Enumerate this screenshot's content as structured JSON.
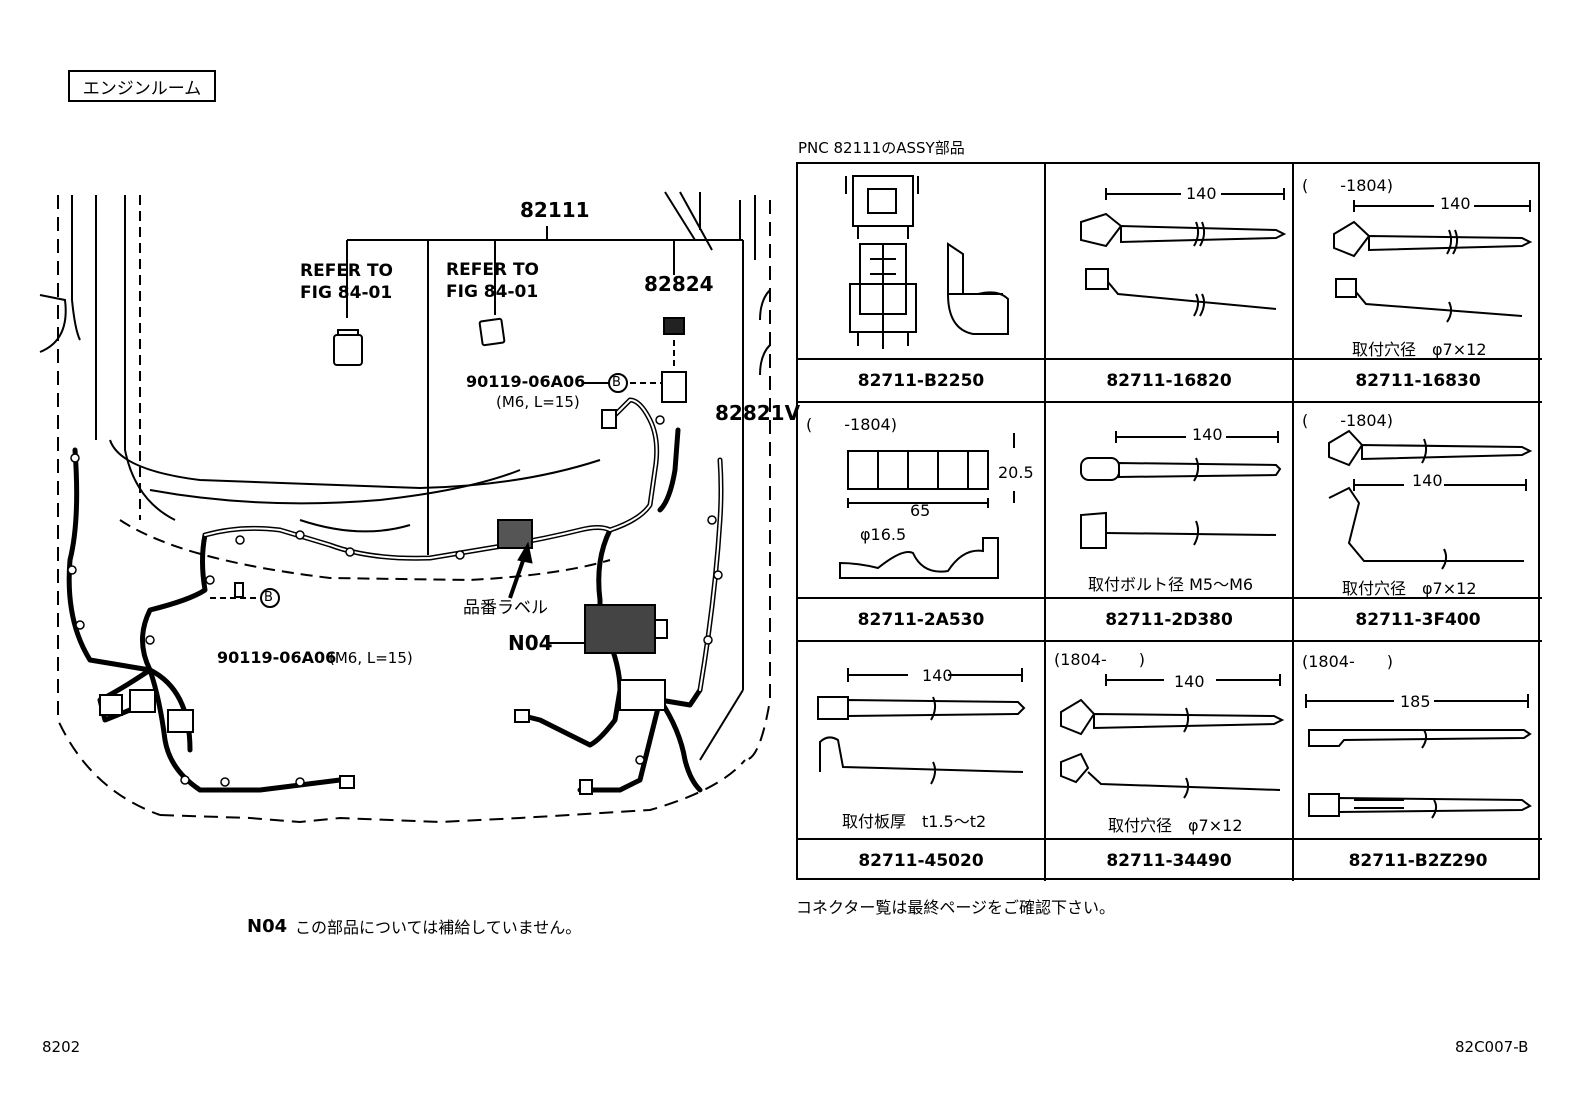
{
  "title_box": "エンジンルーム",
  "table_title": "PNC 82111のASSY部品",
  "callouts": {
    "main_part": "82111",
    "refer1_line1": "REFER TO",
    "refer1_line2": "FIG 84-01",
    "refer2_line1": "REFER TO",
    "refer2_line2": "FIG 84-01",
    "part_82824": "82824",
    "part_82821v": "82821V",
    "bolt_upper": "90119-06A06",
    "bolt_upper_spec": "(M6, L=15)",
    "bolt_lower": "90119-06A06",
    "bolt_lower_spec": "(M6, L=15)",
    "bolt_mark": "B",
    "label_part": "品番ラベル",
    "n04": "N04"
  },
  "notes": {
    "n04_code": "N04",
    "n04_text": "この部品については補給していません。",
    "connector_note": "コネクター覧は最終ページをご確認下さい。"
  },
  "cells": [
    {
      "part_no": "82711-B2250",
      "range": "",
      "dims": [],
      "note": ""
    },
    {
      "part_no": "82711-16820",
      "range": "",
      "dims": [
        "140"
      ],
      "note": ""
    },
    {
      "part_no": "82711-16830",
      "range": "(　　-1804)",
      "dims": [
        "140"
      ],
      "note": "取付穴径　φ7×12"
    },
    {
      "part_no": "82711-2A530",
      "range": "(　　-1804)",
      "dims": [
        "20.5",
        "65",
        "φ16.5"
      ],
      "note": ""
    },
    {
      "part_no": "82711-2D380",
      "range": "",
      "dims": [
        "140"
      ],
      "note": "取付ボルト径 M5～M6"
    },
    {
      "part_no": "82711-3F400",
      "range": "(　　-1804)",
      "dims": [
        "140"
      ],
      "note": "取付穴径　φ7×12"
    },
    {
      "part_no": "82711-45020",
      "range": "",
      "dims": [
        "140"
      ],
      "note": "取付板厚　t1.5～t2"
    },
    {
      "part_no": "82711-34490",
      "range": "(1804-　　)",
      "dims": [
        "140"
      ],
      "note": "取付穴径　φ7×12"
    },
    {
      "part_no": "82711-B2Z290",
      "range": "(1804-　　)",
      "dims": [
        "185"
      ],
      "note": ""
    }
  ],
  "footer": {
    "page": "8202",
    "code": "82C007-B"
  }
}
